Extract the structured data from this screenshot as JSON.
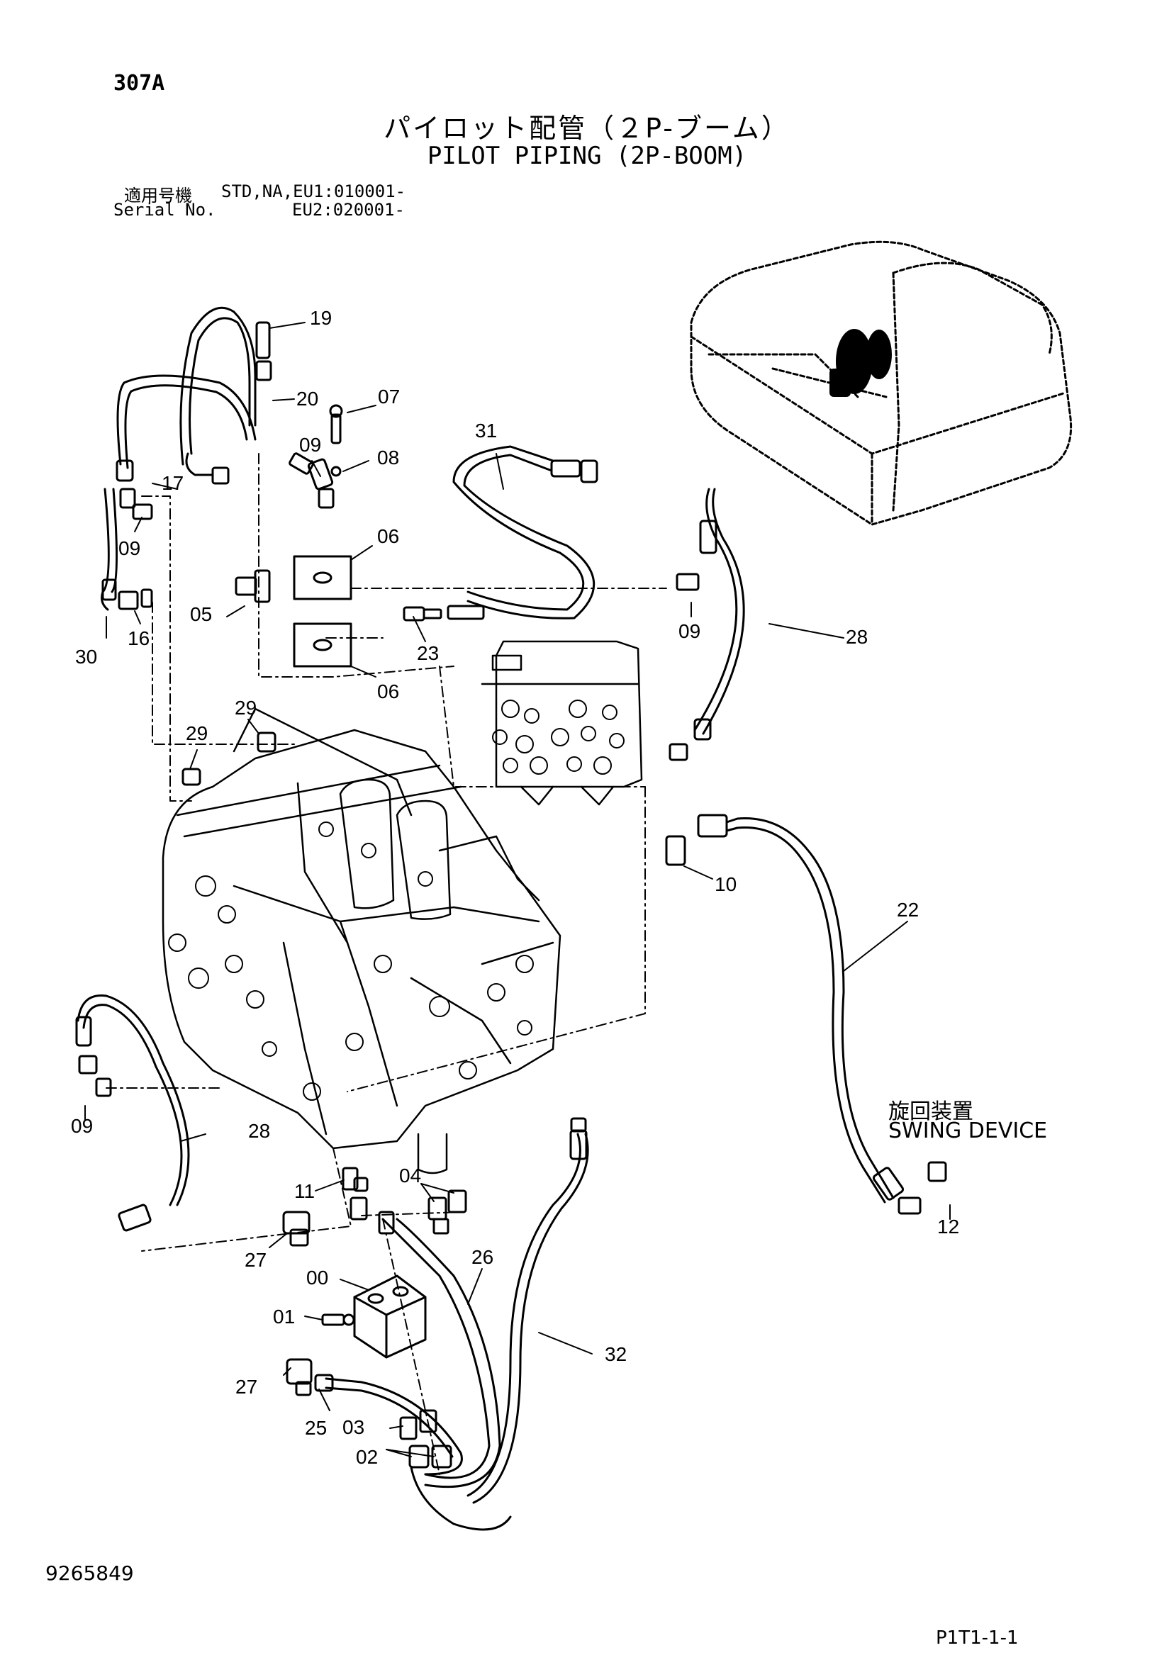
{
  "header": {
    "page_id": "307A",
    "title_jp": "パイロット配管（２P-ブーム）",
    "title_en": "PILOT PIPING (2P-BOOM)",
    "serial_label_jp": "適用号機",
    "serial_label_en": "Serial No.",
    "serial_range_1": "STD,NA,EU1:010001-",
    "serial_range_2": "EU2:020001-"
  },
  "callouts": {
    "swing_device_jp": "旋回装置",
    "swing_device_en": "SWING DEVICE"
  },
  "parts": [
    {
      "label": "19"
    },
    {
      "label": "20"
    },
    {
      "label": "07"
    },
    {
      "label": "31"
    },
    {
      "label": "09"
    },
    {
      "label": "08"
    },
    {
      "label": "17"
    },
    {
      "label": "09"
    },
    {
      "label": "06"
    },
    {
      "label": "05"
    },
    {
      "label": "09"
    },
    {
      "label": "28"
    },
    {
      "label": "23"
    },
    {
      "label": "30"
    },
    {
      "label": "16"
    },
    {
      "label": "06"
    },
    {
      "label": "29"
    },
    {
      "label": "29"
    },
    {
      "label": "10"
    },
    {
      "label": "22"
    },
    {
      "label": "09"
    },
    {
      "label": "28"
    },
    {
      "label": "11"
    },
    {
      "label": "04"
    },
    {
      "label": "12"
    },
    {
      "label": "27"
    },
    {
      "label": "00"
    },
    {
      "label": "26"
    },
    {
      "label": "01"
    },
    {
      "label": "32"
    },
    {
      "label": "27"
    },
    {
      "label": "03"
    },
    {
      "label": "25"
    },
    {
      "label": "02"
    }
  ],
  "footer": {
    "doc_number": "9265849",
    "page_code": "P1T1-1-1"
  }
}
